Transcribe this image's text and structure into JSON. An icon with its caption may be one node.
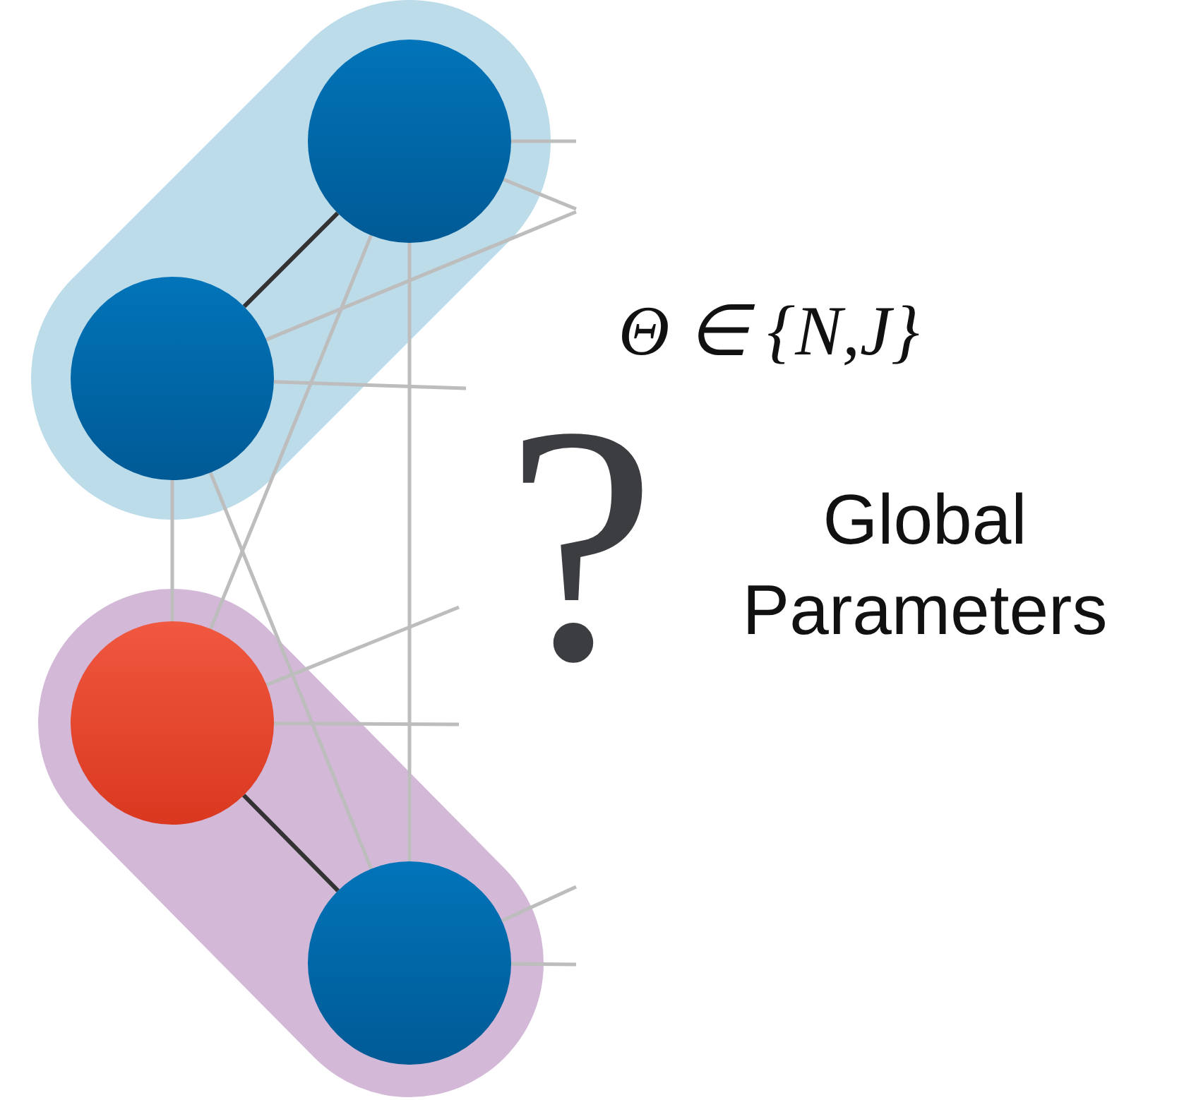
{
  "diagram": {
    "nodes": [
      {
        "text": [],
        "shape": "blob"
      },
      {
        "text": [],
        "shape": "circle",
        "in": 0
      },
      {
        "text": [],
        "shape": "circle",
        "in": 0
      },
      {
        "text": [],
        "shape": "blob"
      },
      {
        "text": [],
        "shape": "circle",
        "in": 3
      },
      {
        "text": [],
        "shape": "circle",
        "in": 3
      }
    ],
    "edges": [
      {
        "from": 1,
        "to": 2,
        "arrow": "none",
        "color": "#333333"
      },
      {
        "from": 4,
        "to": 5,
        "arrow": "none",
        "color": "#333333"
      },
      {
        "from": 2,
        "to": 4,
        "arrow": "none"
      },
      {
        "from": 1,
        "to": 5,
        "arrow": "none"
      },
      {
        "from": 1,
        "to": 4,
        "arrow": "none"
      },
      {
        "from": 2,
        "to": 5,
        "arrow": "none"
      },
      {
        "from": 1,
        "to": null,
        "arrow": "none"
      },
      {
        "from": 1,
        "to": null,
        "arrow": "none"
      },
      {
        "from": 2,
        "to": null,
        "arrow": "none"
      },
      {
        "from": 2,
        "to": null,
        "arrow": "none"
      },
      {
        "from": 4,
        "to": null,
        "arrow": "none"
      },
      {
        "from": 4,
        "to": null,
        "arrow": "none"
      },
      {
        "from": 5,
        "to": null,
        "arrow": "none"
      },
      {
        "from": 5,
        "to": null,
        "arrow": "none"
      }
    ],
    "labels": [
      "Θ ∈ {N,J}",
      "?",
      "Global Parameters"
    ]
  }
}
